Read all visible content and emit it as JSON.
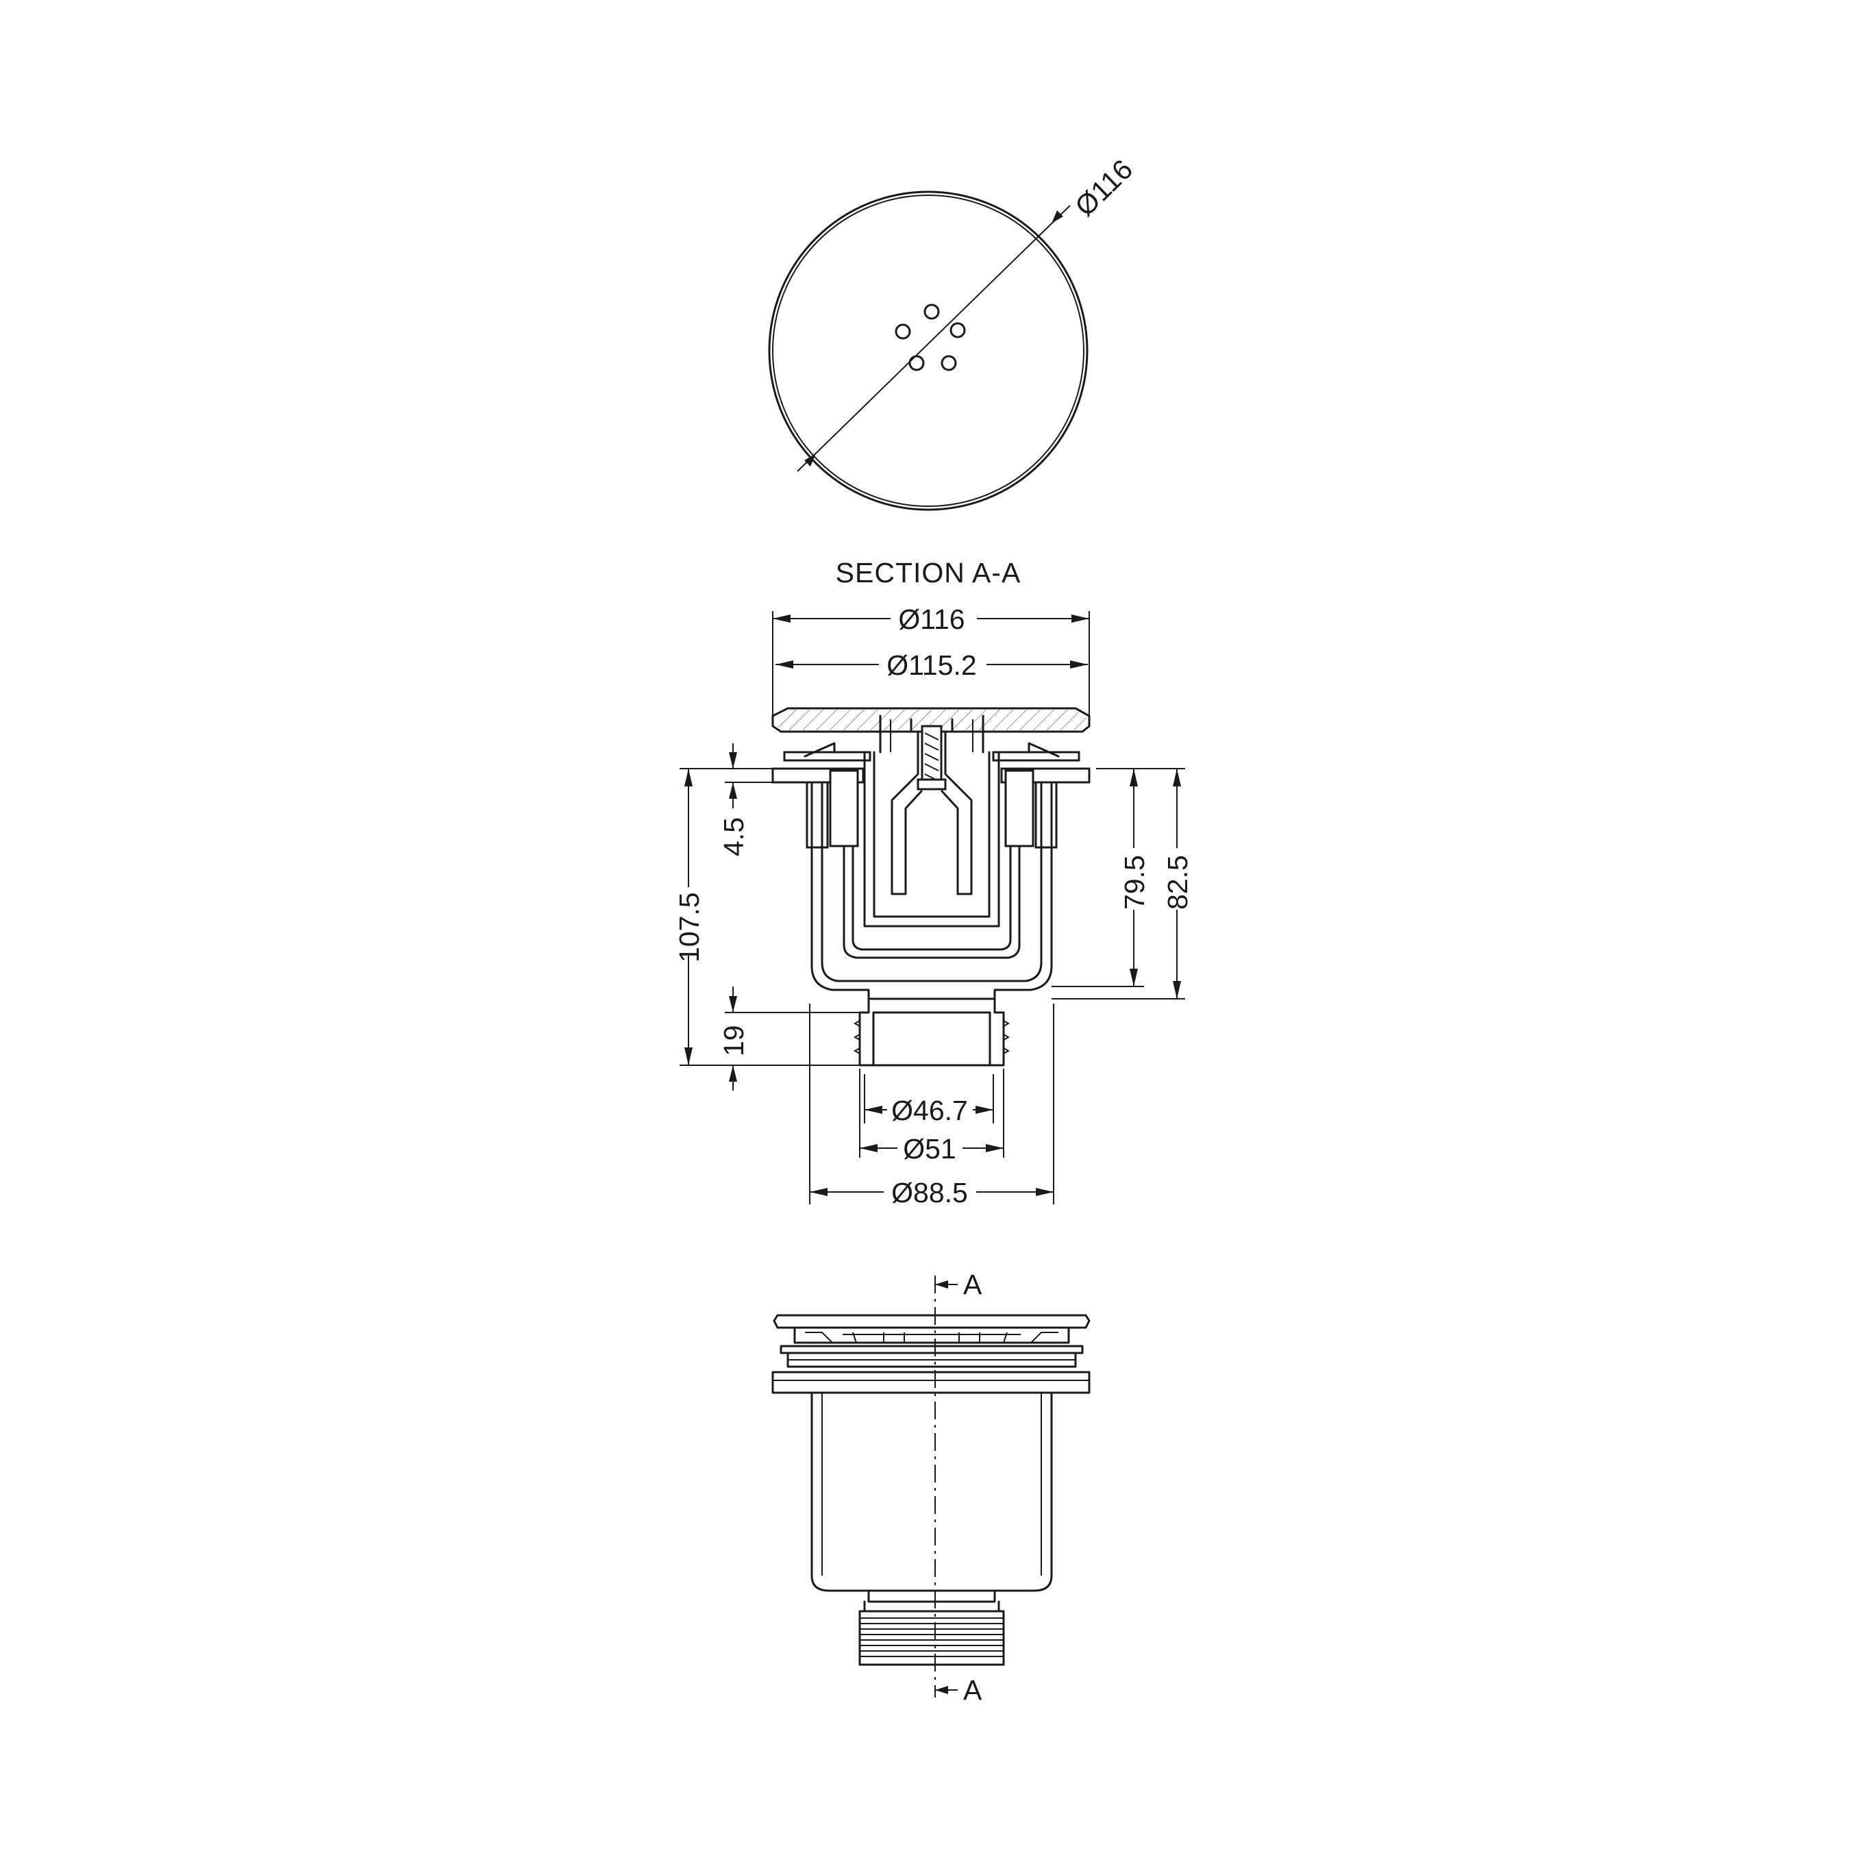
{
  "top_view": {
    "diameter_label": "Ø116"
  },
  "section": {
    "title": "SECTION A-A",
    "dims": {
      "d116": "Ø116",
      "d115_2": "Ø115.2",
      "h4_5": "4.5",
      "h107_5": "107.5",
      "h79_5": "79.5",
      "h82_5": "82.5",
      "h19": "19",
      "d46_7": "Ø46.7",
      "d51": "Ø51",
      "d88_5": "Ø88.5"
    }
  },
  "side_view": {
    "section_mark_top": "A",
    "section_mark_bottom": "A"
  }
}
